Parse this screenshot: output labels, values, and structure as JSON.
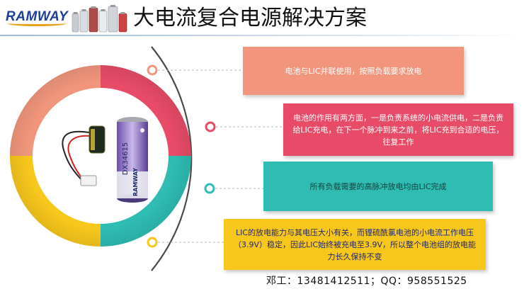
{
  "header": {
    "logo_text": "RAMWAY",
    "title": "大电流复合电源解决方案"
  },
  "graphic": {
    "battery_label": "DX34615",
    "battery_brand": "RAMWAY",
    "segment_colors": [
      "#f1967c",
      "#e84b67",
      "#2ebcb3",
      "#f7c71c"
    ],
    "arc_color": "#4a4a4a"
  },
  "boxes": [
    {
      "text": "电池与LIC并联使用，按照负载要求放电",
      "color": "#f1967c"
    },
    {
      "text": "电池的作用有两方面，一是负责系统的小电流供电，二是负责给LIC充电，在下一个脉冲到来之前，将LIC充到合适的电压，往复工作",
      "color": "#e84b67"
    },
    {
      "text": "所有负载需要的高脉冲放电均由LIC完成",
      "color": "#2ebcb3"
    },
    {
      "text": "LIC的放电能力与其电压大小有关，而锂硫酰氯电池的小电流工作电压（3.9V）稳定，因此LIC始终被充电至3.9V，所以整个电池组的放电能力长久保持不变",
      "color": "#f7c71c"
    }
  ],
  "footer": {
    "contact": "邓工：13481412511；QQ：958551525"
  }
}
